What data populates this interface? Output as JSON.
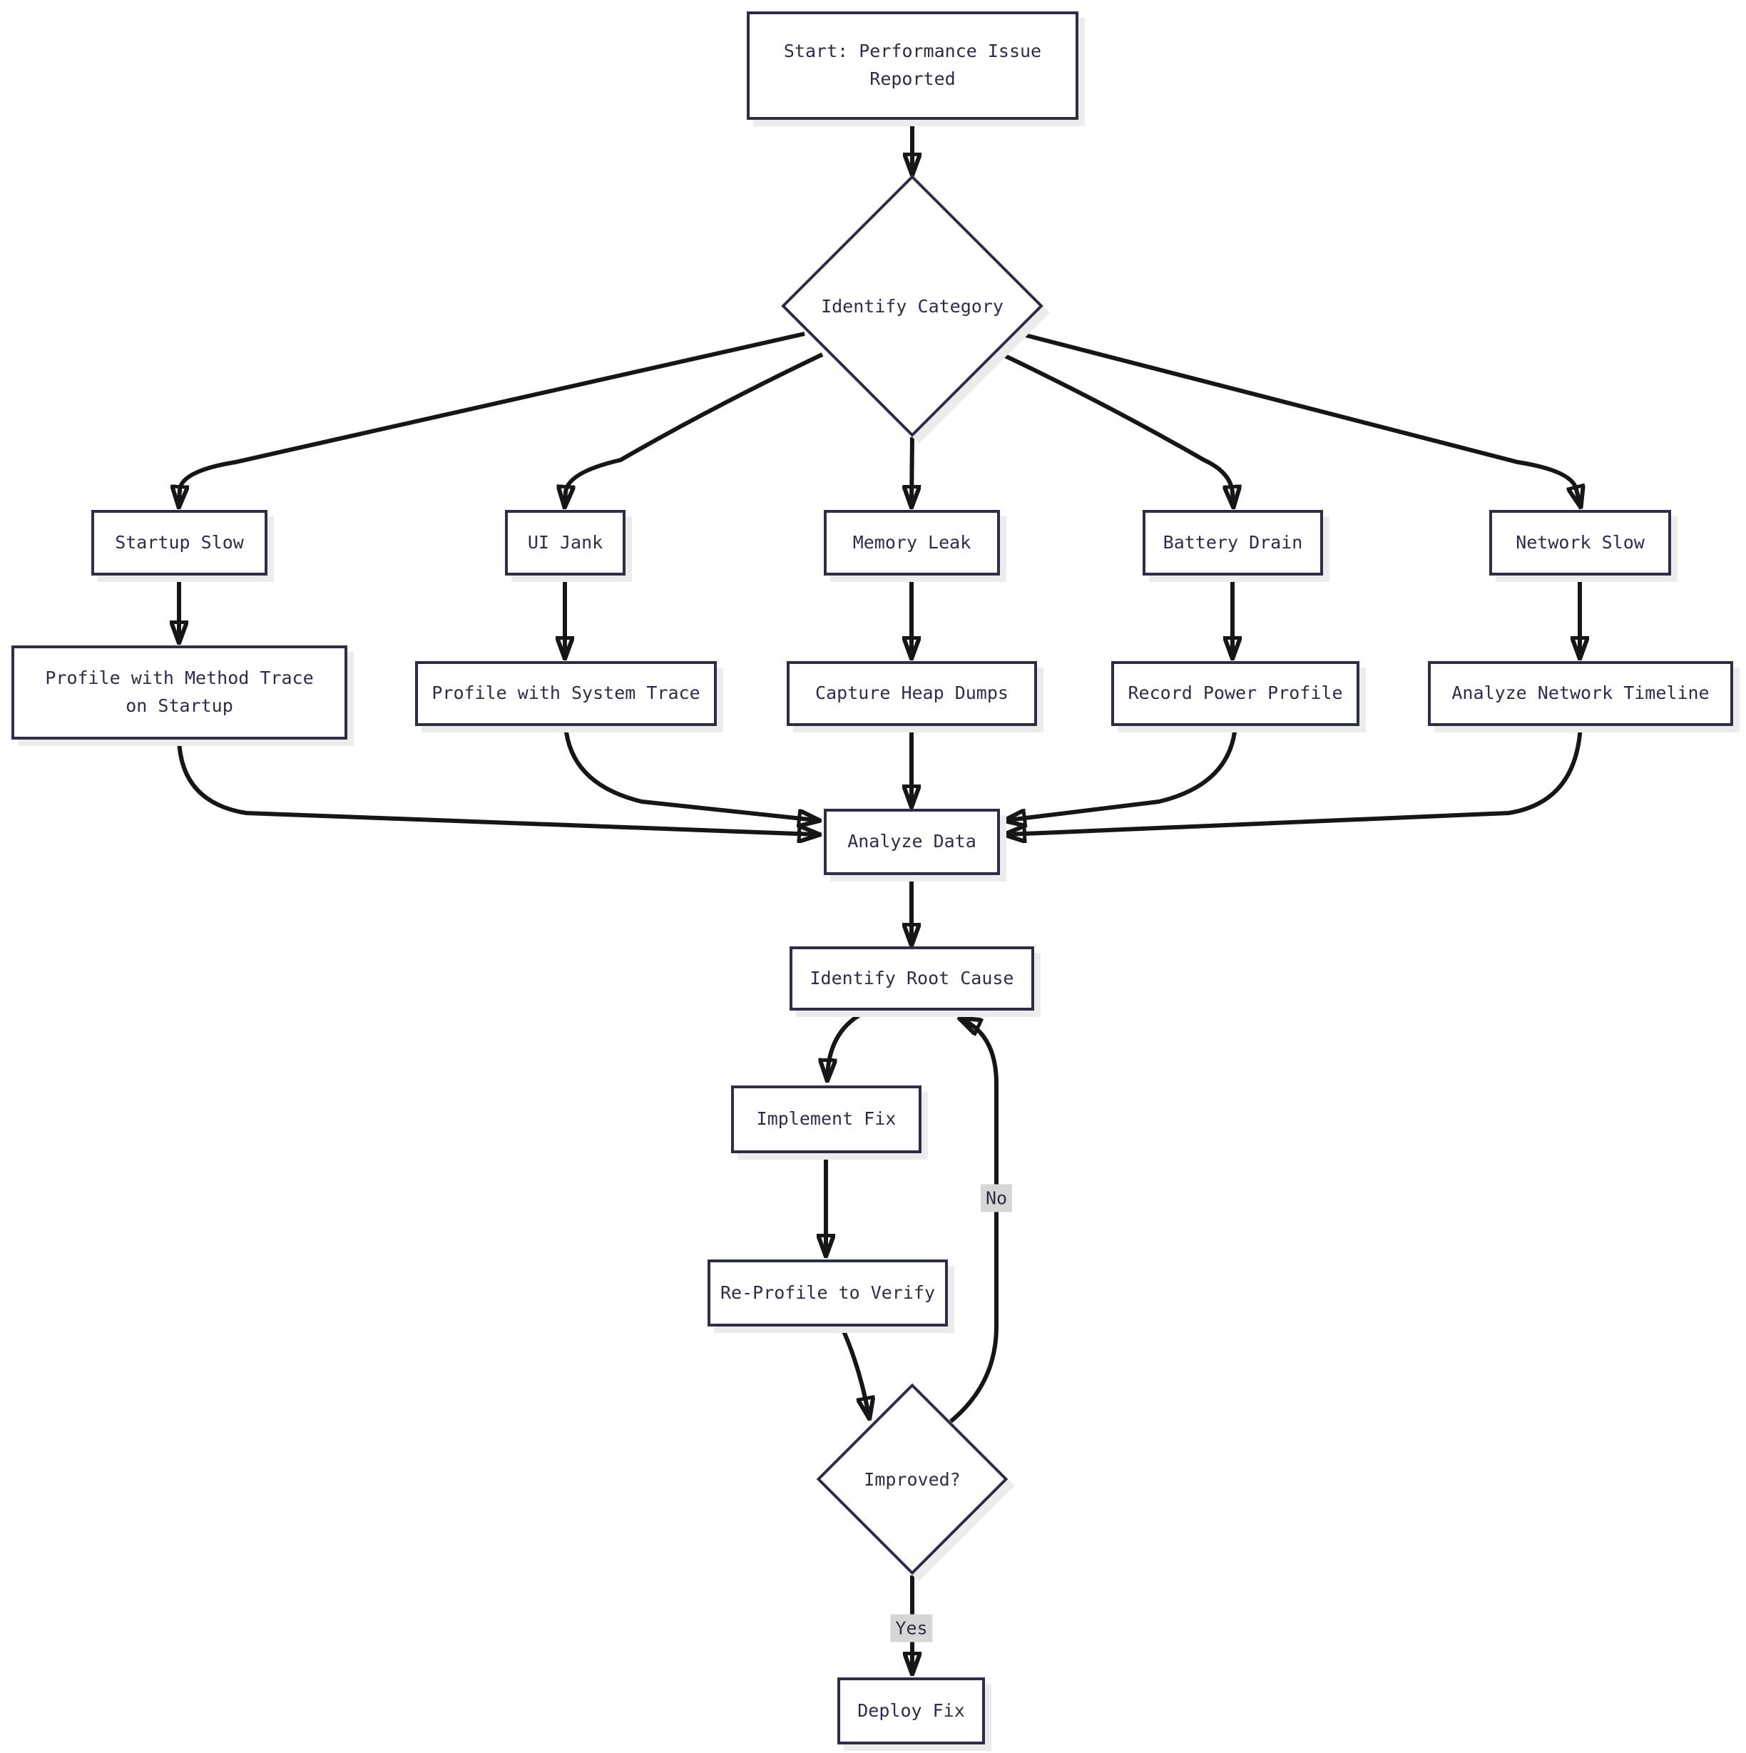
{
  "nodes": {
    "start": {
      "label": "Start: Performance Issue\nReported"
    },
    "identify_category": {
      "label": "Identify Category"
    },
    "startup_slow": {
      "label": "Startup Slow"
    },
    "ui_jank": {
      "label": "UI Jank"
    },
    "memory_leak": {
      "label": "Memory Leak"
    },
    "battery_drain": {
      "label": "Battery Drain"
    },
    "network_slow": {
      "label": "Network Slow"
    },
    "profile_method": {
      "label": "Profile with Method Trace\non Startup"
    },
    "profile_system": {
      "label": "Profile with System Trace"
    },
    "capture_heap": {
      "label": "Capture Heap Dumps"
    },
    "record_power": {
      "label": "Record Power Profile"
    },
    "analyze_network": {
      "label": "Analyze Network Timeline"
    },
    "analyze_data": {
      "label": "Analyze Data"
    },
    "identify_root": {
      "label": "Identify Root Cause"
    },
    "implement_fix": {
      "label": "Implement Fix"
    },
    "reprofile": {
      "label": "Re-Profile to Verify"
    },
    "deploy_fix": {
      "label": "Deploy Fix"
    }
  },
  "edge_labels": {
    "no": "No",
    "yes": "Yes"
  },
  "colors": {
    "node_border": "#2e2d46",
    "node_fill": "#ffffff",
    "text": "#2e2d46",
    "edge": "#161616",
    "label_bg": "#d6d6d6",
    "shadow": "#ececec",
    "background": "#ffffff"
  }
}
